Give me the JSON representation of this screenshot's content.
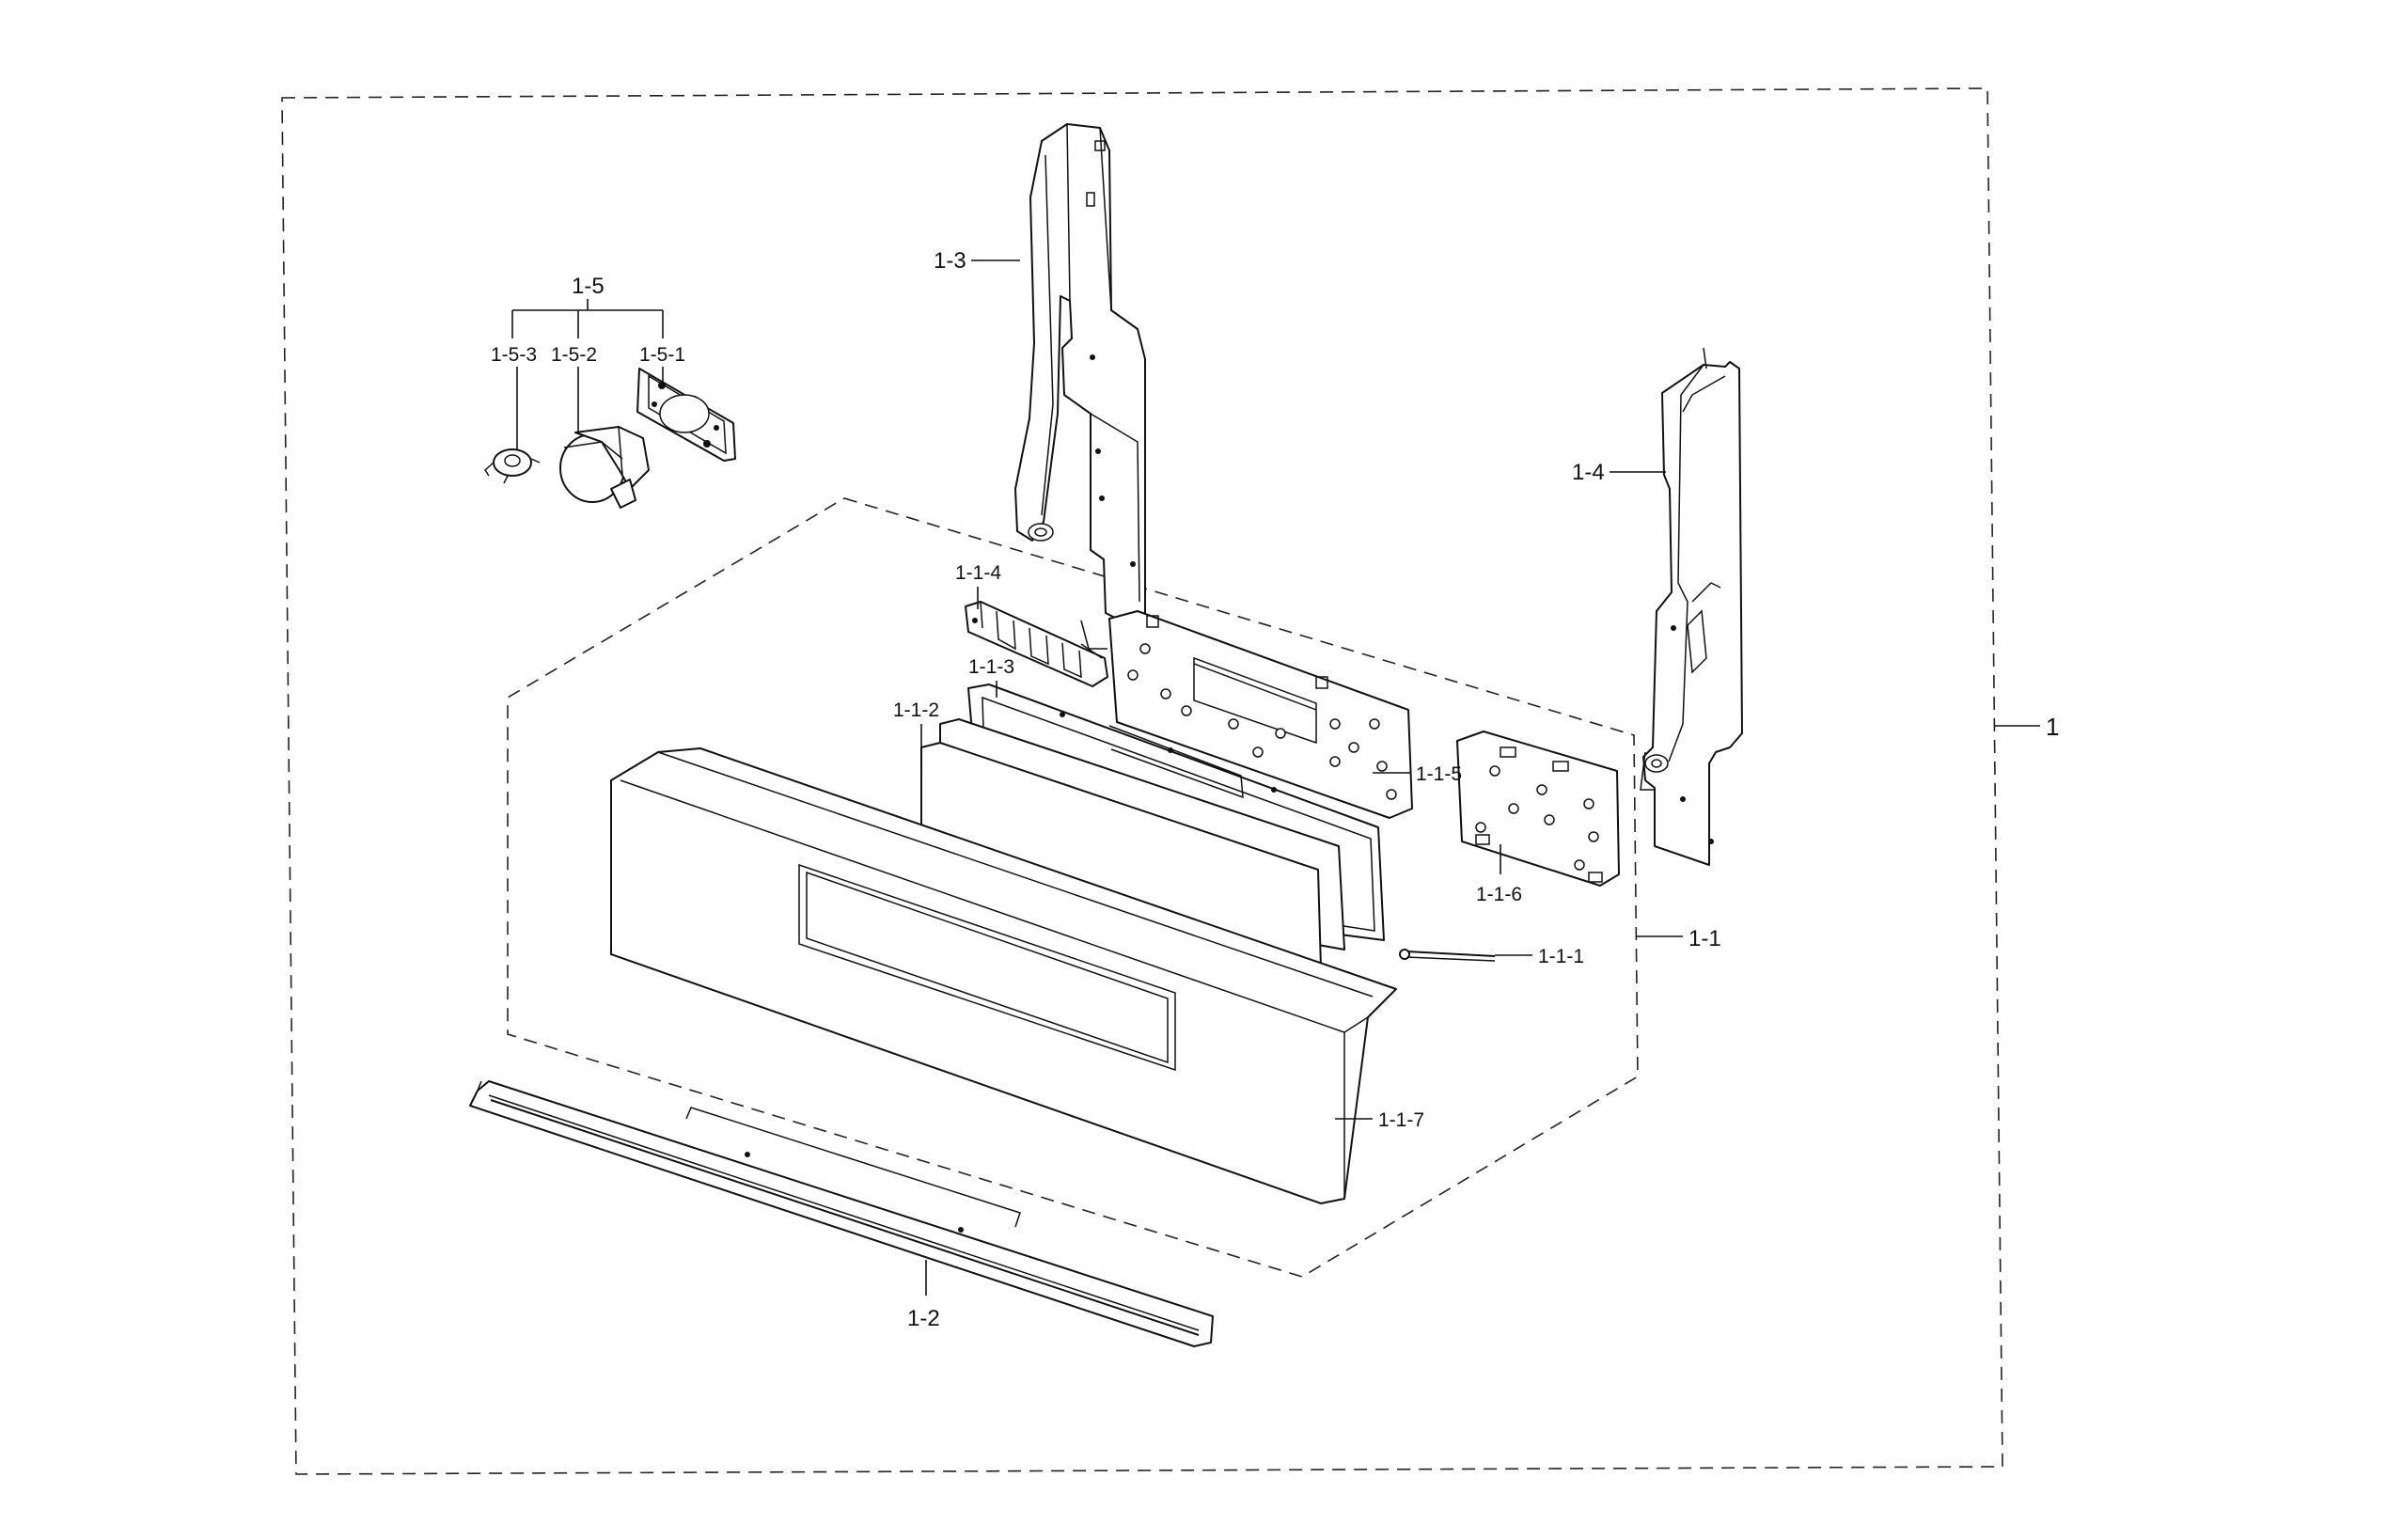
{
  "labels": {
    "assembly": "1",
    "sub_1_1": "1-1",
    "p_1_1_1": "1-1-1",
    "p_1_1_2": "1-1-2",
    "p_1_1_3": "1-1-3",
    "p_1_1_4": "1-1-4",
    "p_1_1_5": "1-1-5",
    "p_1_1_6": "1-1-6",
    "p_1_1_7": "1-1-7",
    "p_1_2": "1-2",
    "p_1_3": "1-3",
    "p_1_4": "1-4",
    "sub_1_5": "1-5",
    "p_1_5_1": "1-5-1",
    "p_1_5_2": "1-5-2",
    "p_1_5_3": "1-5-3"
  },
  "colors": {
    "line": "#111111",
    "background": "#ffffff"
  }
}
